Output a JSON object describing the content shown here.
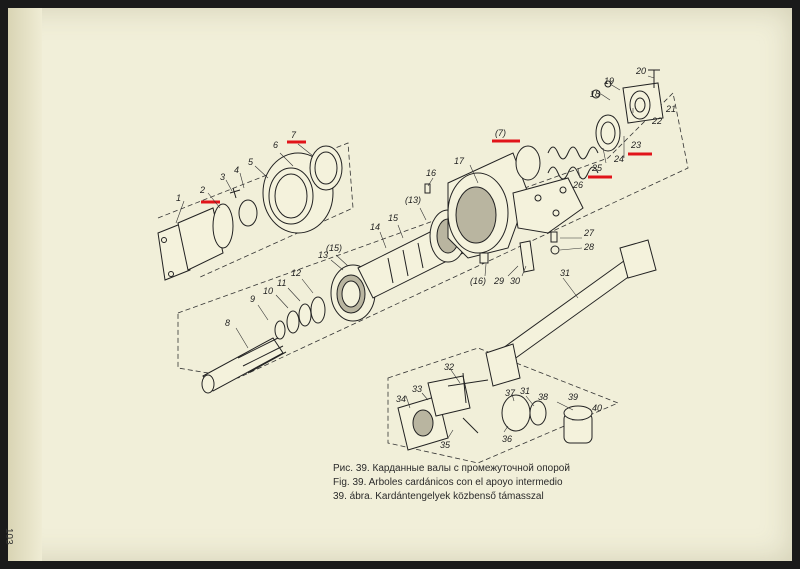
{
  "captions": {
    "ru": "Рис. 39. Карданные валы с промежуточной опорой",
    "es": "Fig. 39. Arboles cardánicos con el apoyo intermedio",
    "hu": "39. ábra. Kardántengelyek közbenső támasszal"
  },
  "page_number": "103",
  "part_labels": [
    {
      "id": "p1",
      "text": "1"
    },
    {
      "id": "p2",
      "text": "2"
    },
    {
      "id": "p3",
      "text": "3"
    },
    {
      "id": "p4",
      "text": "4"
    },
    {
      "id": "p5",
      "text": "5"
    },
    {
      "id": "p6",
      "text": "6"
    },
    {
      "id": "p7",
      "text": "7"
    },
    {
      "id": "p8",
      "text": "8"
    },
    {
      "id": "p9",
      "text": "9"
    },
    {
      "id": "p10",
      "text": "10"
    },
    {
      "id": "p11",
      "text": "11"
    },
    {
      "id": "p12",
      "text": "12"
    },
    {
      "id": "p13",
      "text": "13"
    },
    {
      "id": "p14",
      "text": "14"
    },
    {
      "id": "p15",
      "text": "15"
    },
    {
      "id": "p15b",
      "text": "(15)"
    },
    {
      "id": "p13b",
      "text": "(13)"
    },
    {
      "id": "p16",
      "text": "16"
    },
    {
      "id": "p16b",
      "text": "(16)"
    },
    {
      "id": "p17",
      "text": "17"
    },
    {
      "id": "p18",
      "text": "18"
    },
    {
      "id": "p19",
      "text": "19"
    },
    {
      "id": "p20",
      "text": "20"
    },
    {
      "id": "p21",
      "text": "21"
    },
    {
      "id": "p22",
      "text": "22"
    },
    {
      "id": "p23",
      "text": "23"
    },
    {
      "id": "p24",
      "text": "24"
    },
    {
      "id": "p25",
      "text": "25"
    },
    {
      "id": "p26",
      "text": "26"
    },
    {
      "id": "p27",
      "text": "27"
    },
    {
      "id": "p28",
      "text": "28"
    },
    {
      "id": "p29",
      "text": "29"
    },
    {
      "id": "p30",
      "text": "30"
    },
    {
      "id": "p31",
      "text": "31"
    },
    {
      "id": "p31b",
      "text": "31"
    },
    {
      "id": "p32",
      "text": "32"
    },
    {
      "id": "p33",
      "text": "33"
    },
    {
      "id": "p34",
      "text": "34"
    },
    {
      "id": "p35",
      "text": "35"
    },
    {
      "id": "p36",
      "text": "36"
    },
    {
      "id": "p37",
      "text": "37"
    },
    {
      "id": "p38",
      "text": "38"
    },
    {
      "id": "p39",
      "text": "39"
    },
    {
      "id": "p40",
      "text": "40"
    },
    {
      "id": "p7b",
      "text": "(7)"
    }
  ],
  "highlight_color": "#e1141a"
}
